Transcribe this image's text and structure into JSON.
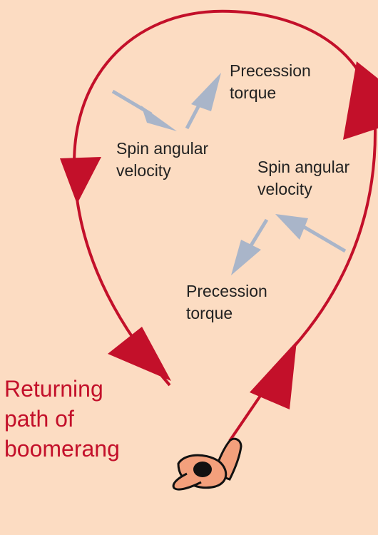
{
  "labels": {
    "precession_top": [
      "Precession",
      "torque"
    ],
    "spin_top": [
      "Spin angular",
      "velocity"
    ],
    "spin_right": [
      "Spin angular",
      "velocity"
    ],
    "precession_bottom": [
      "Precession",
      "torque"
    ]
  },
  "caption": [
    "Returning",
    "path of",
    "boomerang"
  ],
  "colors": {
    "background": "#fcdcc2",
    "path": "#c3102a",
    "vector_arrow": "#a9b5c9",
    "text": "#222222",
    "hand_skin": "#f3a07c",
    "hand_outline": "#111111"
  },
  "icons": {
    "hand": "throwing-hand-icon"
  }
}
